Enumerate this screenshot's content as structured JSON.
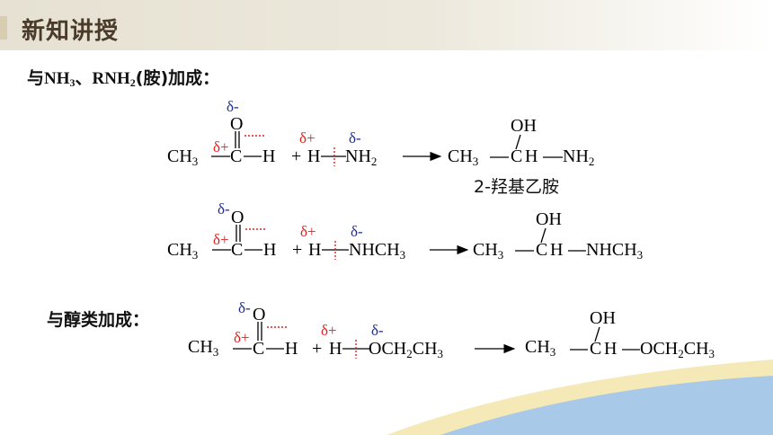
{
  "header": {
    "title": "新知讲授"
  },
  "section1": {
    "heading_pre": "与",
    "nh3": "NH",
    "nh3_sub": "3",
    "sep": "、",
    "rnh2": "RNH",
    "rnh2_sub": "2",
    "heading_post": "(胺)加成："
  },
  "section2": {
    "heading": "与醇类加成："
  },
  "symbols": {
    "delta_minus": "δ-",
    "delta_plus": "δ+",
    "plus": "+",
    "o": "O",
    "c": "C",
    "h": "H",
    "oh": "OH",
    "ch3": "CH",
    "sub3": "3",
    "sub2": "2"
  },
  "reaction1": {
    "reagent": "NH",
    "reagent_sub": "2",
    "product_tail": "NH",
    "product_tail_sub": "2",
    "product_name": "2-羟基乙胺"
  },
  "reaction2": {
    "reagent": "NHCH",
    "reagent_sub": "3",
    "product_tail": "NHCH",
    "product_tail_sub": "3"
  },
  "reaction3": {
    "reagent_a": "OCH",
    "reagent_sub_a": "2",
    "reagent_b": "CH",
    "reagent_sub_b": "3",
    "product_a": "OCH",
    "product_sub_a": "2",
    "product_b": "CH",
    "product_sub_b": "3"
  },
  "colors": {
    "delta_minus": "#1f2d8c",
    "delta_plus": "#e0201f",
    "header_text": "#4a3b2a"
  }
}
